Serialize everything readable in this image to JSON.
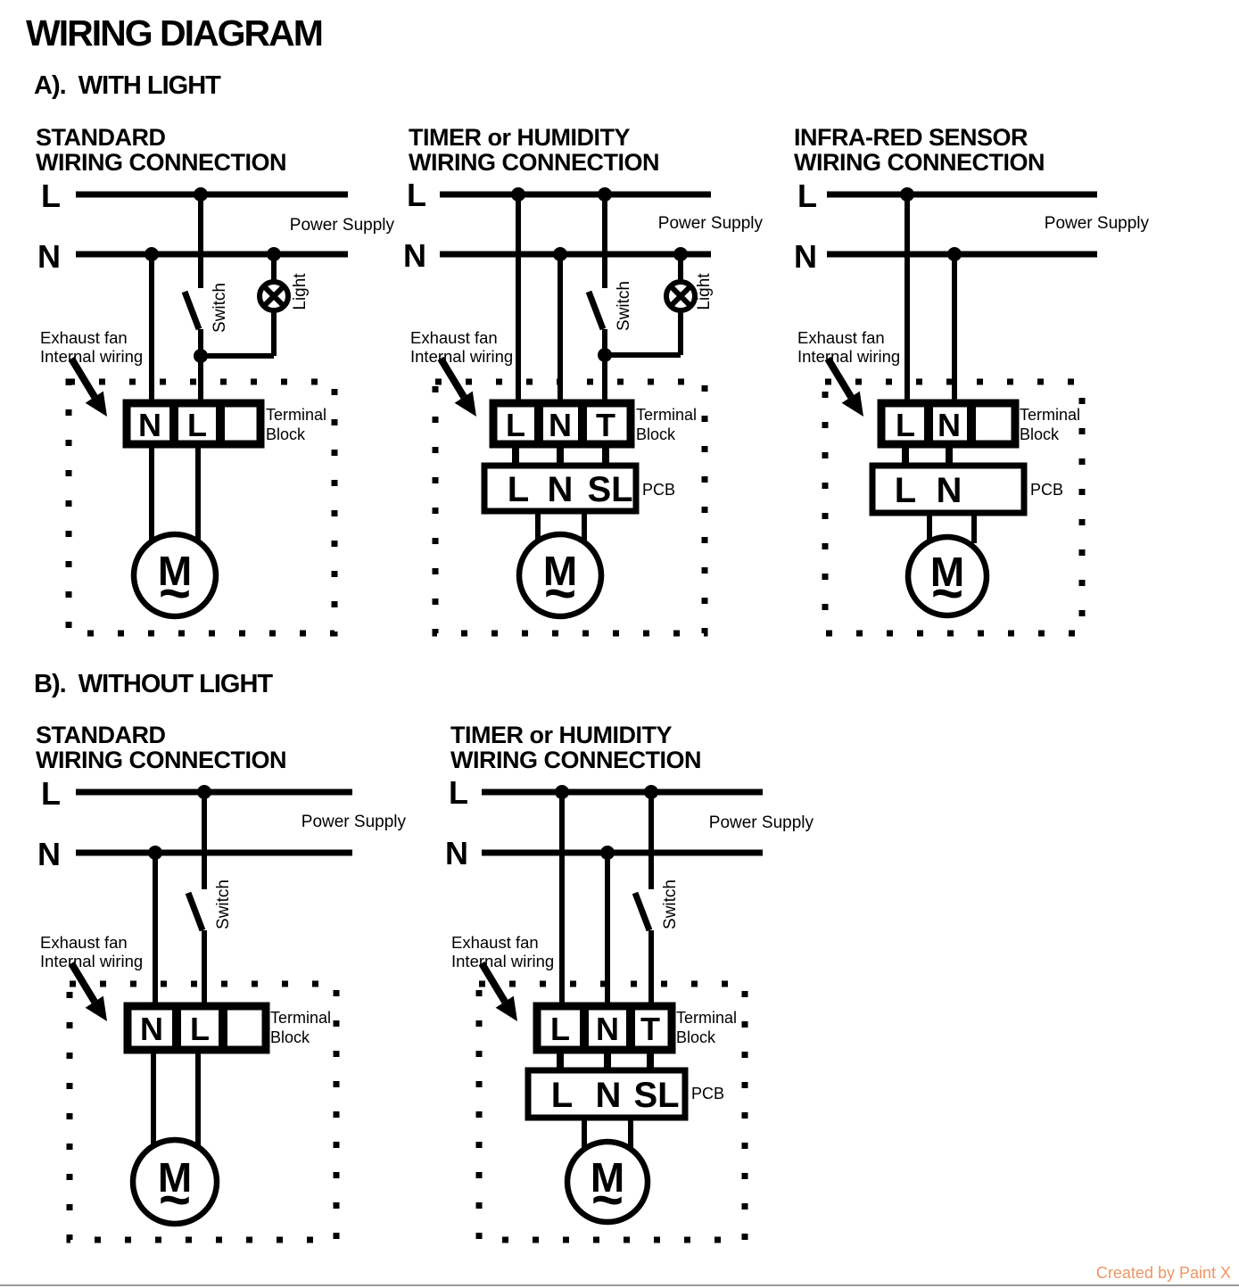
{
  "page": {
    "title": "WIRING DIAGRAM",
    "credit": "Created by Paint X",
    "colors": {
      "ink": "#000000",
      "credit_text": "#ED9564",
      "bottom_rule": "#9a9a9a",
      "background": "#ffffff"
    }
  },
  "sections": [
    {
      "heading": "A).  WITH LIGHT"
    },
    {
      "heading": "B).  WITHOUT LIGHT"
    }
  ],
  "common": {
    "rail_l": "L",
    "rail_n": "N",
    "power_supply": "Power Supply",
    "switch": "Switch",
    "light": "Light",
    "exhaust_1": "Exhaust fan",
    "exhaust_2": "Internal wiring",
    "terminal_1": "Terminal",
    "terminal_2": "Block",
    "pcb": "PCB",
    "motor": "M",
    "wave": "~"
  },
  "diagrams": [
    {
      "id": "a-standard",
      "title_1": "STANDARD",
      "title_2": "WIRING CONNECTION",
      "terminals": [
        "N",
        "L",
        ""
      ],
      "pcb": []
    },
    {
      "id": "a-timer-humidity",
      "title_1": "TIMER or HUMIDITY",
      "title_2": "WIRING CONNECTION",
      "terminals": [
        "L",
        "N",
        "T"
      ],
      "pcb": [
        "L",
        "N",
        "SL"
      ]
    },
    {
      "id": "a-infrared-sensor",
      "title_1": "INFRA-RED SENSOR",
      "title_2": "WIRING CONNECTION",
      "terminals": [
        "L",
        "N",
        ""
      ],
      "pcb": [
        "L",
        "N"
      ]
    },
    {
      "id": "b-standard",
      "title_1": "STANDARD",
      "title_2": "WIRING CONNECTION",
      "terminals": [
        "N",
        "L",
        ""
      ],
      "pcb": []
    },
    {
      "id": "b-timer-humidity",
      "title_1": "TIMER or HUMIDITY",
      "title_2": "WIRING CONNECTION",
      "terminals": [
        "L",
        "N",
        "T"
      ],
      "pcb": [
        "L",
        "N",
        "SL"
      ]
    }
  ]
}
